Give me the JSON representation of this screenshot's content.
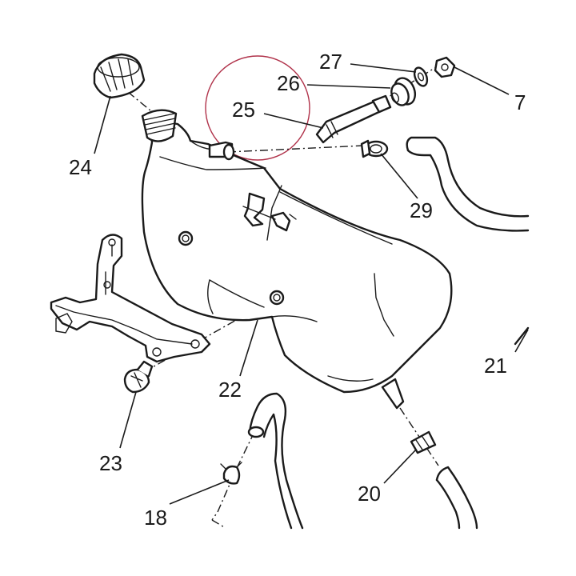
{
  "diagram": {
    "highlight_color": "#b0324a",
    "callouts": {
      "c7": "7",
      "c18": "18",
      "c20": "20",
      "c21": "21",
      "c22": "22",
      "c23": "23",
      "c24": "24",
      "c25": "25",
      "c26": "26",
      "c27": "27",
      "c29": "29"
    }
  }
}
